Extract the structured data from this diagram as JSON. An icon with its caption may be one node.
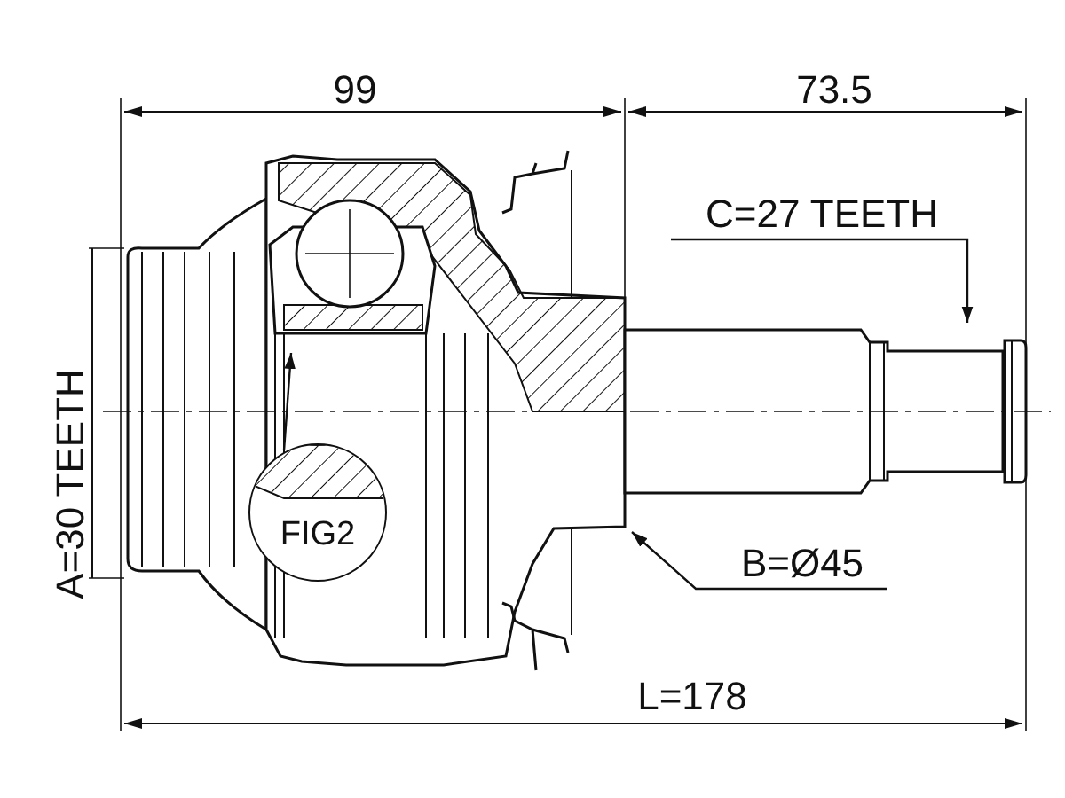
{
  "diagram": {
    "nodes": [
      {
        "text": [
          "C=27 TEETH"
        ]
      },
      {
        "text": [
          "B=Ø45"
        ]
      },
      {
        "text": [
          "FIG2"
        ]
      }
    ],
    "edges": [
      {
        "from": 0,
        "to": null,
        "arrow": "to"
      },
      {
        "from": 1,
        "to": null,
        "arrow": "to"
      },
      {
        "from": 2,
        "to": null,
        "arrow": "to"
      }
    ],
    "labels": [
      "99",
      "73.5",
      "L=178",
      "A=30 TEETH"
    ]
  }
}
